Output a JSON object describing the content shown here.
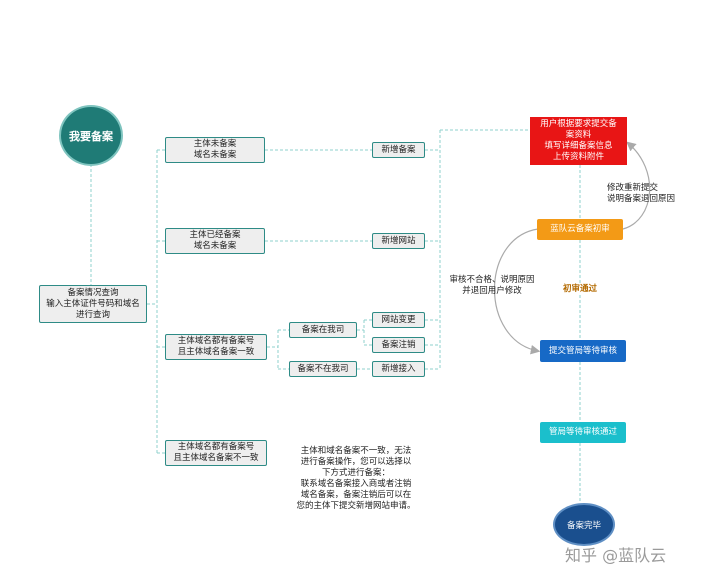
{
  "start": {
    "label": "我要备案"
  },
  "query": {
    "lines": [
      "备案情况查询",
      "输入主体证件号码和域名",
      "进行查询"
    ]
  },
  "conditions": [
    {
      "lines": [
        "主体未备案",
        "域名未备案"
      ]
    },
    {
      "lines": [
        "主体已经备案",
        "域名未备案"
      ]
    },
    {
      "lines": [
        "主体域名都有备案号",
        "且主体域名备案一致"
      ]
    },
    {
      "lines": [
        "主体域名都有备案号",
        "且主体域名备案不一致"
      ]
    }
  ],
  "subconditions": [
    {
      "label": "备案在我司"
    },
    {
      "label": "备案不在我司"
    }
  ],
  "actions": [
    {
      "label": "新增备案"
    },
    {
      "label": "新增网站"
    },
    {
      "label": "网站变更"
    },
    {
      "label": "备案注销"
    },
    {
      "label": "新增接入"
    }
  ],
  "flow": {
    "submit": {
      "lines": [
        "用户根据要求提交备",
        "案资料",
        "填写详细备案信息",
        "上传资料附件"
      ]
    },
    "initial_review": {
      "label": "蓝队云备案初审"
    },
    "initial_pass": {
      "label": "初审通过"
    },
    "bureau_submit": {
      "label": "提交管局等待审核"
    },
    "bureau_pass": {
      "label": "管局等待审核通过"
    },
    "done": {
      "label": "备案完毕"
    },
    "resubmit_note": {
      "lines": [
        "修改重新提交",
        "说明备案退回原因"
      ]
    },
    "reject_note": {
      "lines": [
        "审核不合格、说明原因",
        "并退回用户修改"
      ]
    }
  },
  "mismatch_note": {
    "lines": [
      "主体和域名备案不一致，无法",
      "进行备案操作，您可以选择以",
      "下方式进行备案：",
      "联系域名备案接入商或者注销",
      "域名备案，备案注销后可以在",
      "您的主体下提交新增网站申请。"
    ]
  },
  "watermark": {
    "label": "知乎 @蓝队云"
  },
  "colors": {
    "teal": "#1f7b76",
    "red": "#e81515",
    "orange": "#f39a16",
    "blue": "#1769c6",
    "cyan": "#1bbfcc",
    "navy": "#1a4f8e",
    "pass_text": "#b36a00"
  }
}
